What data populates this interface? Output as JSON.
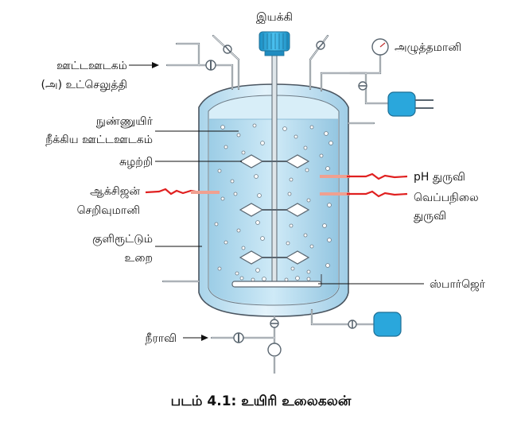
{
  "labels": {
    "motor": "இயக்கி",
    "gauge": "அழுத்தமானி",
    "inlet_line1": "ஊட்டஊடகம்",
    "inlet_line2": "(அ) உட்செலுத்தி",
    "filter_line1": "நுண்ணுயிர்",
    "filter_line2": "நீக்கிய ஊட்டஊடகம்",
    "impeller": "சுழற்றி",
    "oxygen_line1": "ஆக்சிஜன்",
    "oxygen_line2": "செறிவுமானி",
    "jacket_line1": "குளிரூட்டும்",
    "jacket_line2": "உறை",
    "ph_probe": "pH துருவி",
    "temp_line1": "வெப்பநிலை",
    "temp_line2": "துருவி",
    "sparger": "ஸ்பார்ஜெர்",
    "outlet": "நீராவி"
  },
  "caption": "படம் 4.1: உயிரி உலைகலன்",
  "colors": {
    "vessel_fill": "#c9e6f4",
    "vessel_stroke": "#4a5560",
    "liquid": "#b3dcef",
    "pipe": "#5a6670",
    "motor_blue": "#29a9df",
    "probe_red": "#e02020",
    "probe_pink": "#f0a090"
  }
}
